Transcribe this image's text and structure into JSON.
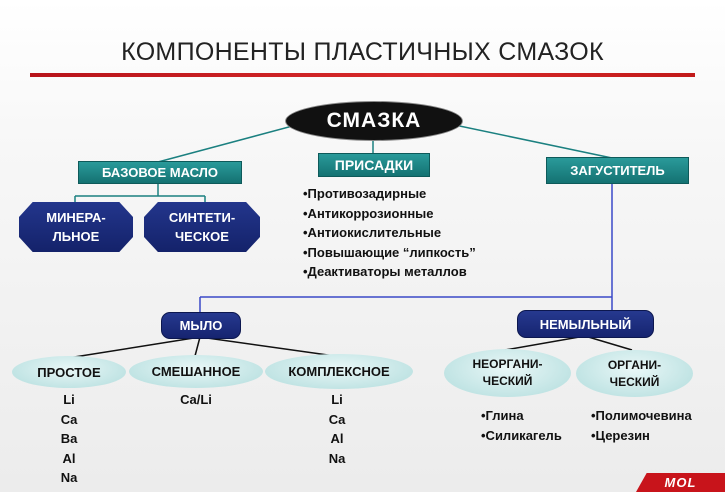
{
  "title": "КОМПОНЕНТЫ ПЛАСТИЧНЫХ СМАЗОК",
  "root": "СМАЗКА",
  "branches": {
    "base_oil": "БАЗОВОЕ МАСЛО",
    "additives": "ПРИСАДКИ",
    "thickener": "ЗАГУСТИТЕЛЬ"
  },
  "base_oil_types": [
    {
      "line1": "МИНЕРА-",
      "line2": "ЛЬНОЕ"
    },
    {
      "line1": "СИНТЕТИ-",
      "line2": "ЧЕСКОЕ"
    }
  ],
  "additive_list": [
    "•Противозадирные",
    "•Антикоррозионные",
    "•Антиокислительные",
    "•Повышающие “липкость”",
    "•Деактиваторы металлов"
  ],
  "thickener_types": {
    "soap": "МЫЛО",
    "non_soap": "НЕМЫЛЬНЫЙ"
  },
  "soap_types": [
    {
      "label": "ПРОСТОЕ",
      "items": [
        "Li",
        "Ca",
        "Ba",
        "Al",
        "Na"
      ]
    },
    {
      "label": "СМЕШАННОЕ",
      "items": [
        "Ca/Li"
      ]
    },
    {
      "label": "КОМПЛЕКСНОЕ",
      "items": [
        "Li",
        "Ca",
        "Al",
        "Na"
      ]
    }
  ],
  "non_soap_types": [
    {
      "line1": "НЕОРГАНИ-",
      "line2": "ЧЕСКИЙ",
      "items": [
        "•Глина",
        "•Силикагель"
      ]
    },
    {
      "line1": "ОРГАНИ-",
      "line2": "ЧЕСКИЙ",
      "items": [
        "•Полимочевина",
        "•Церезин"
      ]
    }
  ],
  "logo": "MOL",
  "colors": {
    "title_rule": "#c8141b",
    "teal": "#1b8080",
    "navy": "#1a2878",
    "light_teal": "#bfe3e3"
  }
}
